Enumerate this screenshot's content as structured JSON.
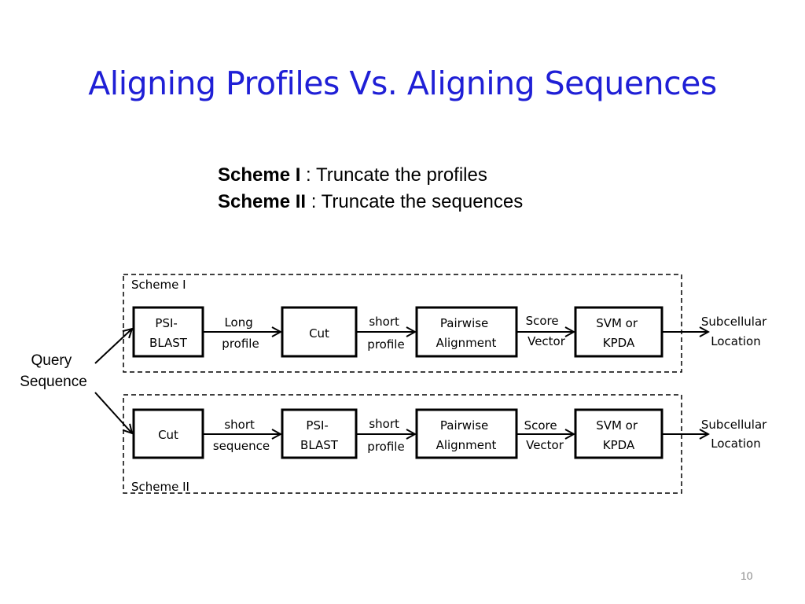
{
  "slide": {
    "title": "Aligning Profiles Vs. Aligning Sequences",
    "scheme_lines": [
      {
        "label": "Scheme I",
        "text": " : Truncate the profiles"
      },
      {
        "label": "Scheme II",
        "text": " : Truncate the sequences"
      }
    ],
    "page_number": "10"
  },
  "diagram": {
    "input": [
      "Query",
      "Sequence"
    ],
    "scheme1": {
      "name": "Scheme I",
      "boxes": [
        [
          "PSI-",
          "BLAST"
        ],
        [
          "Cut"
        ],
        [
          "Pairwise",
          "Alignment"
        ],
        [
          "SVM or",
          "KPDA"
        ]
      ],
      "edges": [
        [
          "Long",
          "profile"
        ],
        [
          "short",
          "profile"
        ],
        [
          "Score",
          "Vector"
        ]
      ],
      "output": [
        "Subcellular",
        "Location"
      ]
    },
    "scheme2": {
      "name": "Scheme II",
      "boxes": [
        [
          "Cut"
        ],
        [
          "PSI-",
          "BLAST"
        ],
        [
          "Pairwise",
          "Alignment"
        ],
        [
          "SVM or",
          "KPDA"
        ]
      ],
      "edges": [
        [
          "short",
          "sequence"
        ],
        [
          "short",
          "profile"
        ],
        [
          "Score",
          "Vector"
        ]
      ],
      "output": [
        "Subcellular",
        "Location"
      ]
    }
  }
}
